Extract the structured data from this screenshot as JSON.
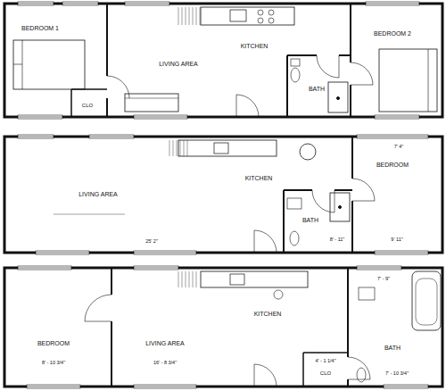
{
  "diagram": {
    "labels": [
      "BEDROOM 1",
      "LIVING AREA",
      "CLO",
      "KITCHEN",
      "BATH",
      "BEDROOM 2",
      "LIVING AREA",
      "25' 2\"",
      "KITCHEN",
      "BEDROOM",
      "7' 4\"",
      "9' 11\"",
      "BATH",
      "8' - 11\"",
      "BEDROOM",
      "8' - 10 3/4\"",
      "LIVING AREA",
      "16' - 8 3/4\"",
      "KITCHEN",
      "BATH",
      "7' - 9\"",
      "7' - 10 3/4\"",
      "CLO",
      "4' - 1 1/4\""
    ]
  }
}
